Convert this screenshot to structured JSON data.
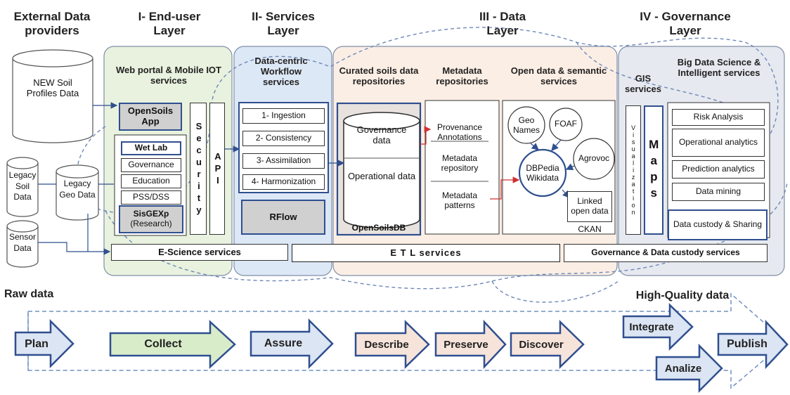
{
  "layers": {
    "external": "External Data providers",
    "end_user": "I- End-user Layer",
    "services": "II- Services Layer",
    "data": "III - Data Layer",
    "governance": "IV - Governance Layer"
  },
  "providers": {
    "new_soil": "NEW Soil Profiles Data",
    "legacy_soil": "Legacy Soil Data",
    "legacy_geo": "Legacy Geo Data",
    "sensor": "Sensor Data"
  },
  "end_user": {
    "portal": "Web portal & Mobile IOT services",
    "opensoils_app": "OpenSoils App",
    "wet_lab": "Wet Lab",
    "governance": "Governance",
    "education": "Education",
    "pss_dss": "PSS/DSS",
    "sisgexp": "SisGEXp",
    "research": "(Research)",
    "security": "Security",
    "api": "API",
    "escience": "E-Science services"
  },
  "services": {
    "workflow": "Data-centric Workflow services",
    "steps": [
      "1- Ingestion",
      "2- Consistency",
      "3- Assimilation",
      "4- Harmonization"
    ],
    "rflow": "RFlow"
  },
  "data_layer": {
    "curated": "Curated soils data repositories",
    "governance_data": "Governance data",
    "operational_data": "Operational data",
    "opensoilsdb": "OpenSoilsDB",
    "metadata_repos": "Metadata repositories",
    "metadata_items": [
      "Provenance Annotations",
      "Metadata repository",
      "Metadata patterns"
    ],
    "open_data": "Open data & semantic services",
    "geonames": "Geo Names",
    "foaf": "FOAF",
    "agrovoc": "Agrovoc",
    "dbpedia": "DBPedia Wikidata",
    "linked": "Linked open data",
    "ckan": "CKAN",
    "etl": "E T L  services"
  },
  "governance": {
    "gis": "GIS services",
    "bigdata": "Big Data Science & Intelligent services",
    "visualization": "Visualization",
    "maps": "Maps",
    "items": [
      "Risk Analysis",
      "Operational analytics",
      "Prediction analytics",
      "Data mining"
    ],
    "custody": "Data custody & Sharing",
    "gov_services": "Governance & Data custody services"
  },
  "lifecycle": {
    "raw": "Raw data",
    "high_quality": "High-Quality data",
    "steps": [
      "Plan",
      "Collect",
      "Assure",
      "Describe",
      "Preserve",
      "Discover",
      "Integrate",
      "Analize",
      "Publish"
    ]
  },
  "colors": {
    "green_fill": "#e8f2de",
    "blue_fill": "#dde8f6",
    "peach_fill": "#fbeee5",
    "gray_fill": "#e6e9ef",
    "arrow_blue": "#dbe5f3",
    "arrow_green": "#d8ecc9",
    "arrow_peach": "#f6e4da",
    "arrow_stroke": "#2f4f8f"
  }
}
